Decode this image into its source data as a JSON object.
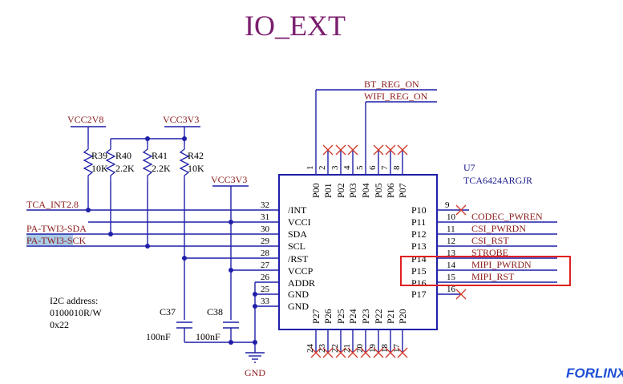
{
  "title": "IO_EXT",
  "logo": "FORLINX",
  "chip": {
    "ref": "U7",
    "part": "TCA6424ARGJR"
  },
  "top_nets": [
    "BT_REG_ON",
    "WIFI_REG_ON"
  ],
  "power": {
    "v28": "VCC2V8",
    "v33a": "VCC3V3",
    "v33b": "VCC3V3",
    "gnd": "GND"
  },
  "resistors": [
    {
      "ref": "R39",
      "value": "10K"
    },
    {
      "ref": "R40",
      "value": "2.2K"
    },
    {
      "ref": "R41",
      "value": "2.2K"
    },
    {
      "ref": "R42",
      "value": "10K"
    }
  ],
  "caps": [
    {
      "ref": "C37",
      "value": "100nF"
    },
    {
      "ref": "C38",
      "value": "100nF"
    }
  ],
  "left_nets": [
    "TCA_INT2.8",
    "PA-TWI3-SDA",
    "PA-TWI3-SCK"
  ],
  "left_pins": [
    {
      "num": "32",
      "name": "/INT"
    },
    {
      "num": "31",
      "name": "VCCI"
    },
    {
      "num": "30",
      "name": "SDA"
    },
    {
      "num": "29",
      "name": "SCL"
    },
    {
      "num": "28",
      "name": "/RST"
    },
    {
      "num": "27",
      "name": "VCCP"
    },
    {
      "num": "26",
      "name": "ADDR"
    },
    {
      "num": "25",
      "name": "GND"
    },
    {
      "num": "33",
      "name": "GND"
    }
  ],
  "top_pins": [
    {
      "num": "1",
      "name": "P00"
    },
    {
      "num": "2",
      "name": "P01"
    },
    {
      "num": "3",
      "name": "P02"
    },
    {
      "num": "4",
      "name": "P03"
    },
    {
      "num": "5",
      "name": "P04"
    },
    {
      "num": "6",
      "name": "P05"
    },
    {
      "num": "7",
      "name": "P06"
    },
    {
      "num": "8",
      "name": "P07"
    }
  ],
  "right_pins": [
    {
      "num": "9",
      "name": "P10"
    },
    {
      "num": "10",
      "name": "P11"
    },
    {
      "num": "11",
      "name": "P12"
    },
    {
      "num": "12",
      "name": "P13"
    },
    {
      "num": "13",
      "name": "P14"
    },
    {
      "num": "14",
      "name": "P15"
    },
    {
      "num": "15",
      "name": "P16"
    },
    {
      "num": "16",
      "name": "P17"
    }
  ],
  "right_nets": [
    "CODEC_PWREN",
    "CSI_PWRDN",
    "CSI_RST",
    "STROBE",
    "MIPI_PWRDN",
    "MIPI_RST"
  ],
  "bottom_pins": [
    {
      "num": "24",
      "name": "P27"
    },
    {
      "num": "23",
      "name": "P26"
    },
    {
      "num": "22",
      "name": "P25"
    },
    {
      "num": "21",
      "name": "P24"
    },
    {
      "num": "20",
      "name": "P23"
    },
    {
      "num": "19",
      "name": "P22"
    },
    {
      "num": "18",
      "name": "P21"
    },
    {
      "num": "17",
      "name": "P20"
    }
  ],
  "i2c_note": [
    "I2C address:",
    "0100010R/W",
    "0x22"
  ]
}
